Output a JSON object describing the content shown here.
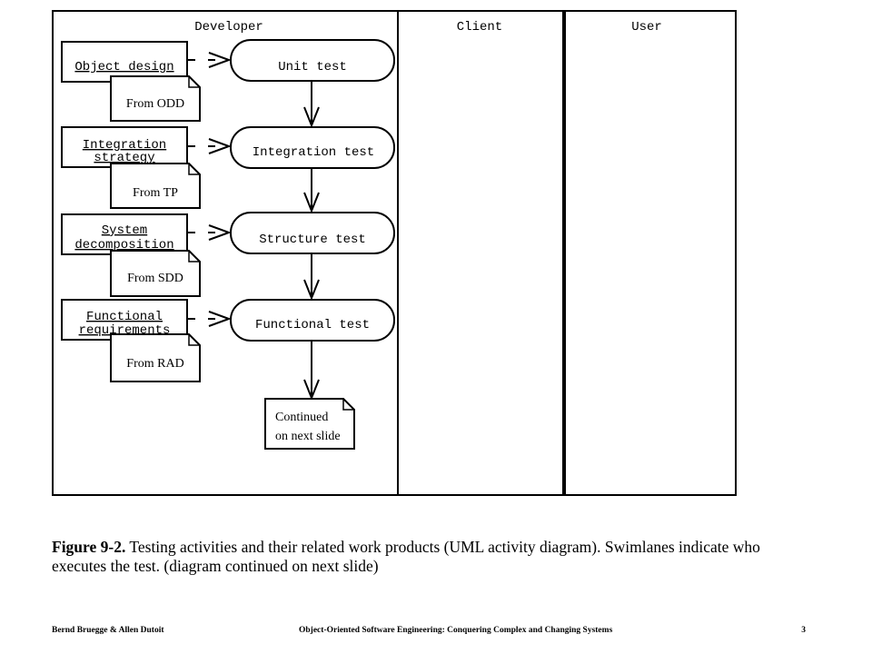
{
  "lanes": {
    "developer": "Developer",
    "client": "Client",
    "user": "User"
  },
  "activities": {
    "unit_test": "Unit test",
    "integration_test": "Integration test",
    "structure_test": "Structure test",
    "functional_test": "Functional test"
  },
  "work_products": {
    "object_design": "Object design",
    "integration_strategy_line1": "Integration",
    "integration_strategy_line2": "strategy",
    "system_decomposition_line1": "System",
    "system_decomposition_line2": "decomposition",
    "functional_requirements_line1": "Functional",
    "functional_requirements_line2": "requirements"
  },
  "notes": {
    "from_odd": "From ODD",
    "from_tp": "From TP",
    "from_sdd": "From SDD",
    "from_rad": "From RAD",
    "continued_line1": "Continued",
    "continued_line2": "on next slide"
  },
  "caption": {
    "figure_label": "Figure 9-2.",
    "text": " Testing activities and their related work products (UML activity diagram). Swimlanes indicate who executes the test. (diagram continued on next slide)"
  },
  "footer": {
    "authors": "Bernd Bruegge & Allen Dutoit",
    "book_title": "Object-Oriented Software Engineering: Conquering Complex and Changing Systems",
    "page_number": "3"
  }
}
